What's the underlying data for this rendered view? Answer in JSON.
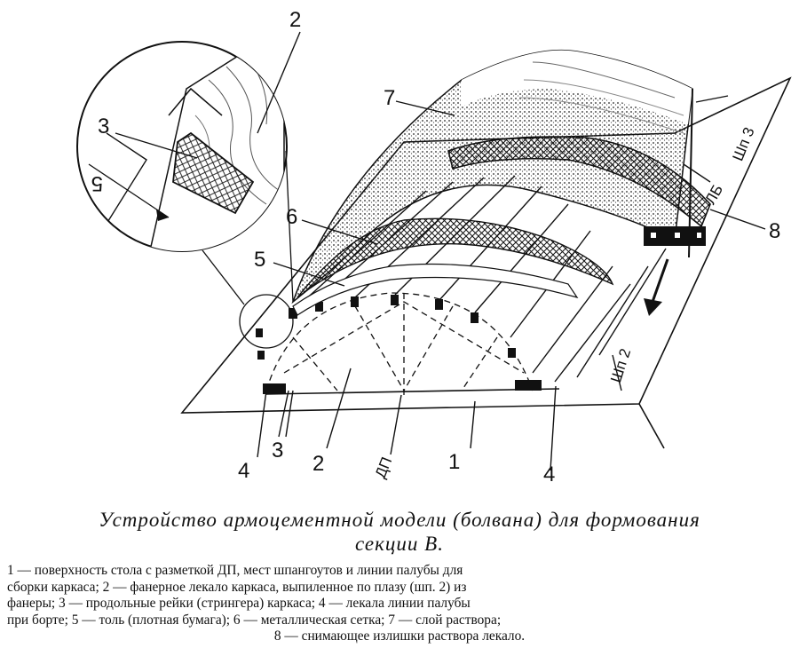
{
  "labels": {
    "n1": "1",
    "n2_top": "2",
    "n2_bottom": "2",
    "n3_top": "3",
    "n3_bottom": "3",
    "n4_left": "4",
    "n4_right": "4",
    "n5_left": "5",
    "n5": "5",
    "n6": "6",
    "n7": "7",
    "n8": "8",
    "dp": "ДП",
    "lb": "ЛБ",
    "shp3": "Шп 3",
    "shp2": "Шп 2"
  },
  "caption": {
    "title_line1": "Устройство армоцементной модели (болвана) для формования",
    "title_line2": "секции В.",
    "legend_lines": [
      "1 — поверхность стола с разметкой ДП, мест шпангоутов и линии палубы для",
      "сборки каркаса; 2 — фанерное лекало каркаса, выпиленное по плазу (шп. 2) из",
      "фанеры; 3 — продольные рейки (стрингера) каркаса; 4 — лекала линии палубы",
      "при борте; 5 — толь (плотная бумага); 6 — металлическая сетка; 7 — слой раствора;",
      "8 — снимающее излишки раствора лекало."
    ]
  }
}
